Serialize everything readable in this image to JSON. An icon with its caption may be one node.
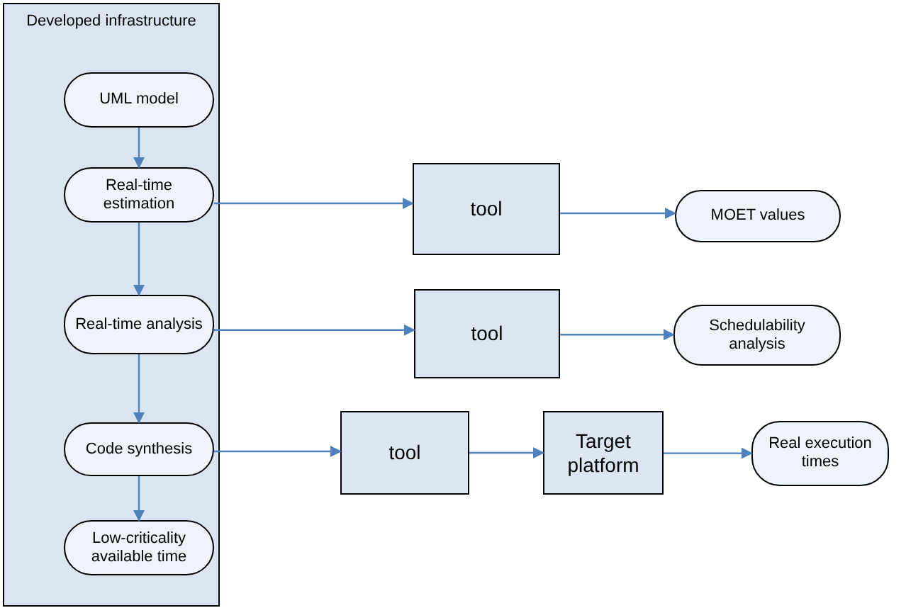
{
  "diagram": {
    "nodes": [
      {
        "text": [
          "Developed infrastructure"
        ]
      },
      {
        "text": [
          "UML model"
        ],
        "in": 0
      },
      {
        "text": [
          "Real-time estimation"
        ],
        "in": 0
      },
      {
        "text": [
          "Real-time analysis"
        ],
        "in": 0
      },
      {
        "text": [
          "Code synthesis"
        ],
        "in": 0
      },
      {
        "text": [
          "Low-criticality available time"
        ],
        "in": 0
      },
      {
        "text": [
          "tool"
        ]
      },
      {
        "text": [
          "MOET values"
        ]
      },
      {
        "text": [
          "tool"
        ]
      },
      {
        "text": [
          "Schedulability analysis"
        ]
      },
      {
        "text": [
          "tool"
        ]
      },
      {
        "text": [
          "Target platform"
        ]
      },
      {
        "text": [
          "Real execution times"
        ]
      }
    ],
    "edges": [
      {
        "from": 1,
        "to": 2,
        "arrow": "to"
      },
      {
        "from": 2,
        "to": 3,
        "arrow": "to"
      },
      {
        "from": 3,
        "to": 4,
        "arrow": "to"
      },
      {
        "from": 4,
        "to": 5,
        "arrow": "to"
      },
      {
        "from": 2,
        "to": 6,
        "arrow": "to"
      },
      {
        "from": 6,
        "to": 7,
        "arrow": "to"
      },
      {
        "from": 3,
        "to": 8,
        "arrow": "to"
      },
      {
        "from": 8,
        "to": 9,
        "arrow": "to"
      },
      {
        "from": 4,
        "to": 10,
        "arrow": "to"
      },
      {
        "from": 10,
        "to": 11,
        "arrow": "to"
      },
      {
        "from": 11,
        "to": 12,
        "arrow": "to"
      }
    ]
  }
}
